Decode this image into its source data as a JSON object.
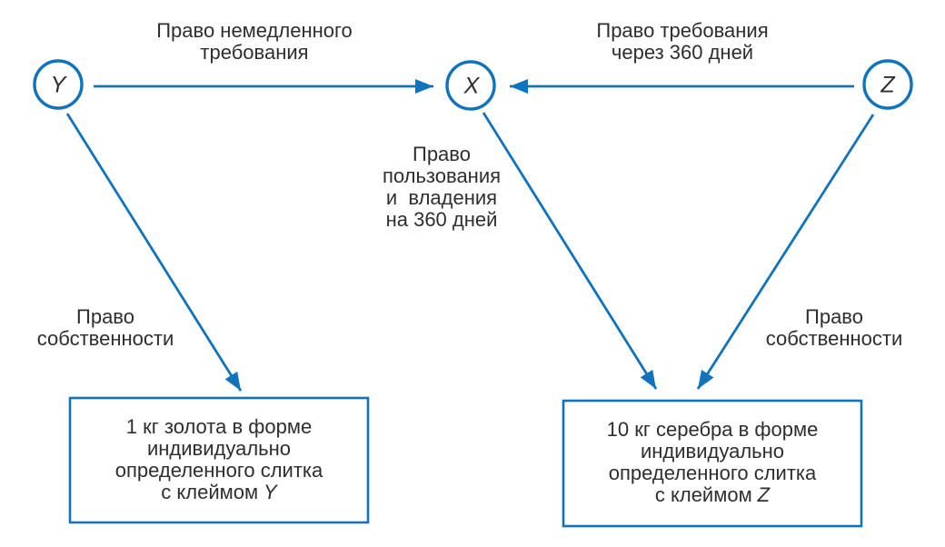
{
  "colors": {
    "accent": "#1173bc",
    "text": "#2e2e2e",
    "background": "#ffffff"
  },
  "nodes": {
    "y": {
      "label": "Y"
    },
    "x": {
      "label": "X"
    },
    "z": {
      "label": "Z"
    }
  },
  "edge_labels": {
    "immediate_claim": "Право немедленного\nтребования",
    "claim_360": "Право требования\nчерез 360 дней",
    "usage_360": "Право\nпользования\nи  владения\nна 360 дней",
    "ownership_left": "Право\nсобственности",
    "ownership_right": "Право\nсобственности"
  },
  "boxes": {
    "gold": {
      "text": "1 кг золота в форме\nиндивидуально\nопределенного слитка\nс клеймом",
      "brand": "Y"
    },
    "silver": {
      "text": "10 кг серебра в форме\nиндивидуально\nопределенного слитка\nс клеймом",
      "brand": "Z"
    }
  }
}
